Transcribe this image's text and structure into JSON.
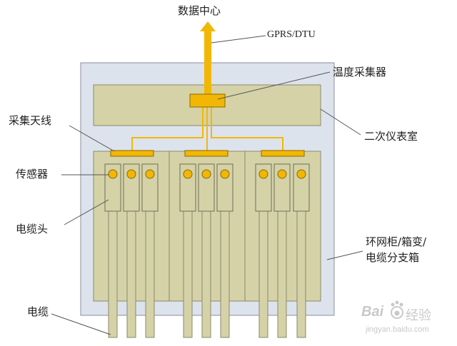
{
  "labels": {
    "data_center": "数据中心",
    "gprs": "GPRS/DTU",
    "temp_collector": "温度采集器",
    "antenna": "采集天线",
    "secondary_room": "二次仪表室",
    "sensor": "传感器",
    "cable_head": "电缆头",
    "cabinet_line1": "环网柜/箱变/",
    "cabinet_line2": "电缆分支箱",
    "cable": "电缆"
  },
  "watermark": {
    "brand": "Bai",
    "brand_cn": "经验",
    "url": "jingyan.baidu.com"
  },
  "colors": {
    "outer_box": "#dde3ed",
    "inner_box": "#d5d2a8",
    "stroke": "#8a8a6a",
    "accent": "#f2b705",
    "leader": "#555555"
  }
}
